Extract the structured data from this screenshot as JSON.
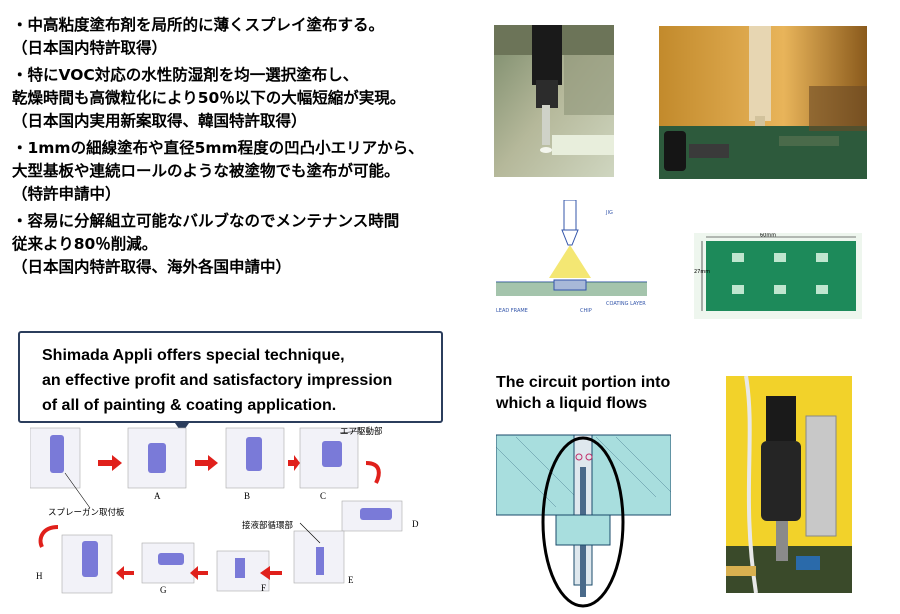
{
  "bullets": [
    {
      "lines": [
        "・中高粘度塗布剤を局所的に薄くスプレイ塗布する。",
        "（日本国内特許取得）"
      ]
    },
    {
      "lines": [
        "・特にVOC対応の水性防湿剤を均一選択塗布し、",
        "乾燥時間も高微粒化により50％以下の大幅短縮が実現。",
        "（日本国内実用新案取得、韓国特許取得）"
      ]
    },
    {
      "lines": [
        "・1mmの細線塗布や直径5mm程度の凹凸小エリアから、",
        "大型基板や連続ロールのような被塗物でも塗布が可能。",
        "（特許申請中）"
      ]
    },
    {
      "lines": [
        "・容易に分解組立可能なバルブなのでメンテナンス時間",
        "従来より80％削減。",
        "（日本国内特許取得、海外各国申請中）"
      ]
    }
  ],
  "promo": {
    "lines": [
      "Shimada Appli offers special   technique,",
      "an effective profit and satisfactory impression",
      "of all of painting & coating application."
    ]
  },
  "caption": {
    "lines": [
      "The circuit portion into",
      "which a liquid flows"
    ]
  },
  "diagram_labels": {
    "jig": "JIG",
    "lead_frame": "LEAD FRAME",
    "chip": "CHIP",
    "coating_layer": "COATING LAYER",
    "width_dim": "60mm",
    "height_dim": "27mm"
  },
  "sequence": {
    "label_gun_mount": "スプレーガン取付板",
    "label_air_drive": "エア駆動部",
    "label_liquid_contact": "接液部循環部",
    "letters": [
      "A",
      "B",
      "C",
      "D",
      "E",
      "F",
      "G",
      "H"
    ]
  },
  "colors": {
    "arrow": "#e0201b",
    "box_border": "#2b3d5c",
    "board_green": "#1d8a5a"
  }
}
